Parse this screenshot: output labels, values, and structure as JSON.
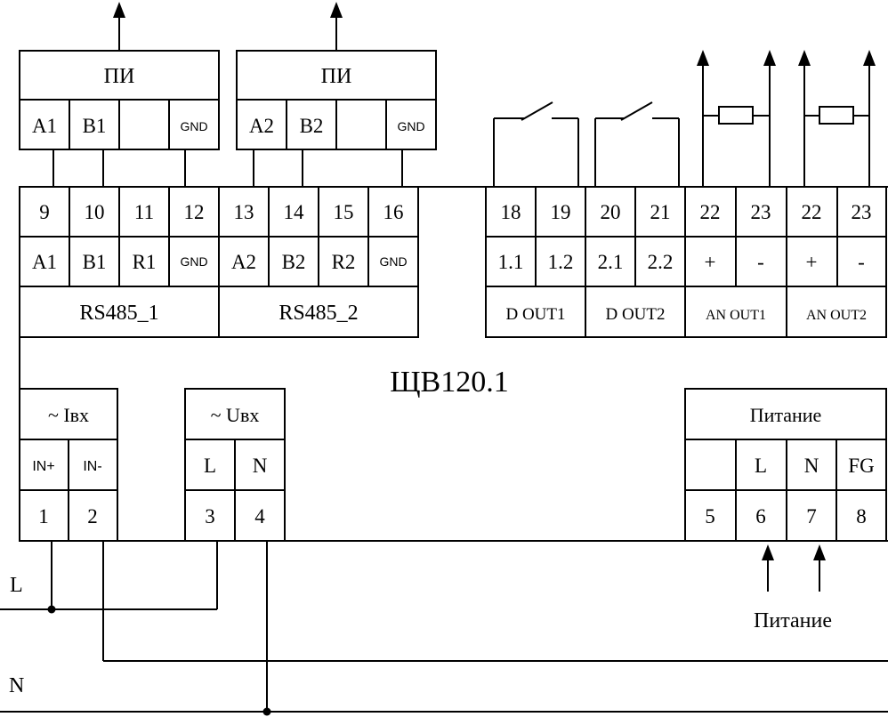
{
  "device": {
    "name": "ЩВ120.1"
  },
  "pi_modules": [
    {
      "label": "ПИ",
      "pins": [
        "A1",
        "B1",
        "",
        "GND"
      ]
    },
    {
      "label": "ПИ",
      "pins": [
        "A2",
        "B2",
        "",
        "GND"
      ]
    }
  ],
  "rs485_block": {
    "numbers": [
      "9",
      "10",
      "11",
      "12",
      "13",
      "14",
      "15",
      "16"
    ],
    "signals": [
      "A1",
      "B1",
      "R1",
      "GND",
      "A2",
      "B2",
      "R2",
      "GND"
    ],
    "groups": [
      "RS485_1",
      "RS485_2"
    ]
  },
  "output_block": {
    "numbers": [
      "18",
      "19",
      "20",
      "21",
      "22",
      "23",
      "22",
      "23"
    ],
    "signals": [
      "1.1",
      "1.2",
      "2.1",
      "2.2",
      "+",
      "-",
      "+",
      "-"
    ],
    "groups": [
      "D OUT1",
      "D OUT2",
      "AN OUT1",
      "AN OUT2"
    ]
  },
  "current_input": {
    "title": "~ Iвх",
    "signals": [
      "IN+",
      "IN-"
    ],
    "numbers": [
      "1",
      "2"
    ]
  },
  "voltage_input": {
    "title": "~ Uвх",
    "signals": [
      "L",
      "N"
    ],
    "numbers": [
      "3",
      "4"
    ]
  },
  "power_block": {
    "title": "Питание",
    "signals": [
      "",
      "L",
      "N",
      "FG"
    ],
    "numbers": [
      "5",
      "6",
      "7",
      "8"
    ]
  },
  "lines": {
    "L": "L",
    "N": "N"
  },
  "power_supply_label": "Питание"
}
